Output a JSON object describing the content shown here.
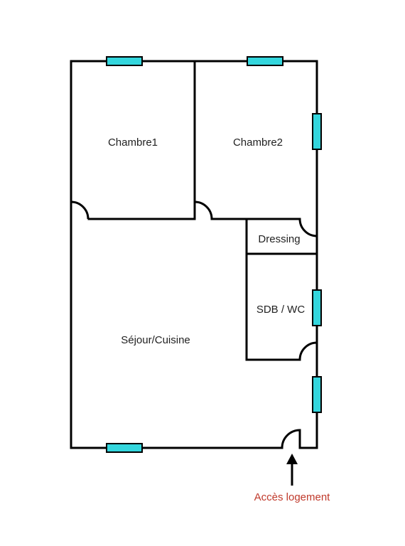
{
  "rooms": {
    "bedroom1": "Chambre1",
    "bedroom2": "Chambre2",
    "dressing": "Dressing",
    "bathroom": "SDB / WC",
    "living": "Séjour/Cuisine"
  },
  "entrance": {
    "label": "Accès logement"
  },
  "colors": {
    "wall": "#000000",
    "window": "#33d6dd",
    "access_text": "#c0392b"
  }
}
